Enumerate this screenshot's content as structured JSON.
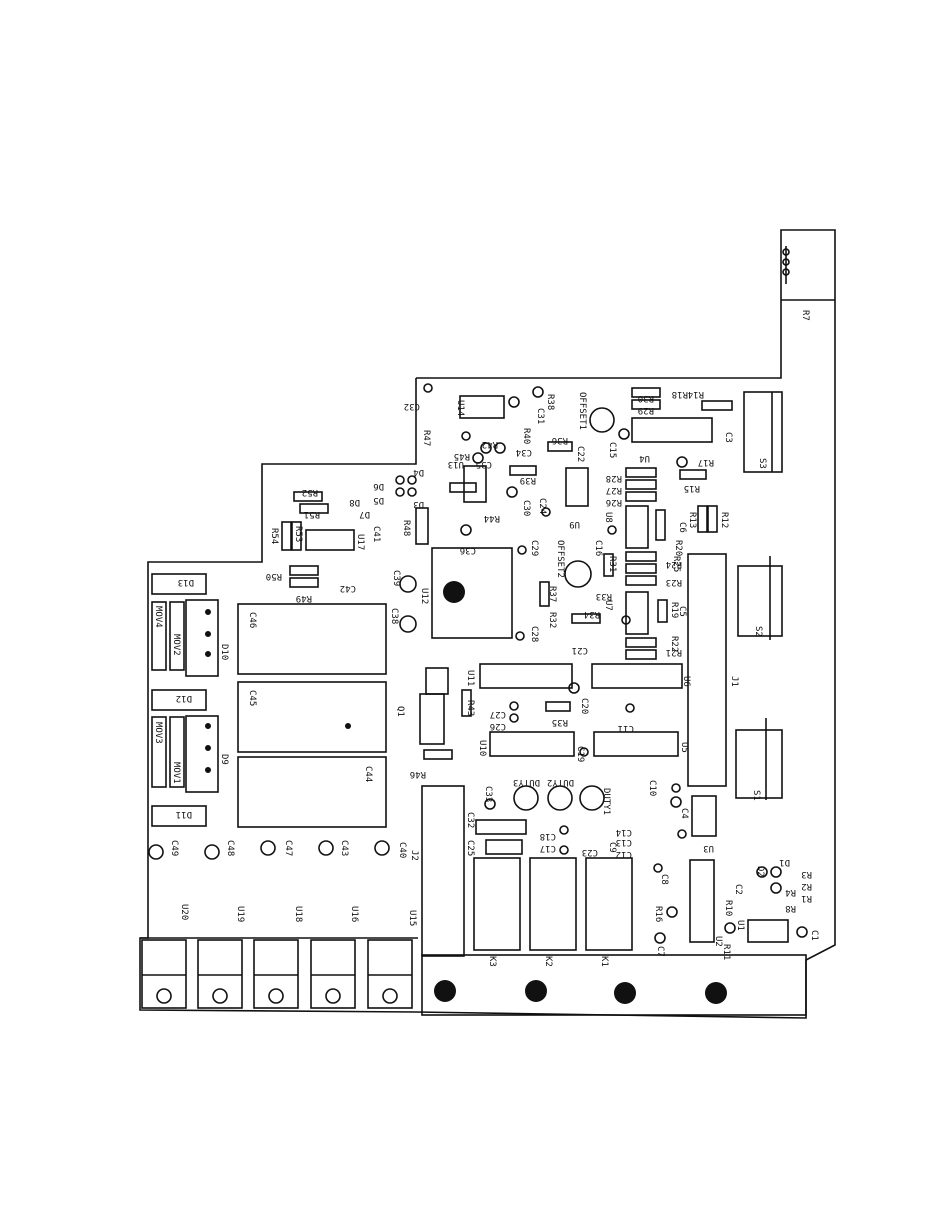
{
  "diagram": {
    "type": "pcb-silkscreen-layout",
    "ink_color": "#111111",
    "background_color": "#ffffff",
    "connector_labels": [
      "S1",
      "S2",
      "S3",
      "J1",
      "J2"
    ],
    "relay_labels": [
      "K1",
      "K2",
      "K3"
    ],
    "regulator_labels": [
      "U15",
      "U16",
      "U18",
      "U19",
      "U20"
    ],
    "labels": [
      "R7",
      "R14",
      "R18",
      "R30",
      "R29",
      "R38",
      "R40",
      "R36",
      "C31",
      "U14",
      "C32",
      "R47",
      "R45",
      "R42",
      "C34",
      "C35",
      "C15",
      "OFFSET1",
      "C22",
      "C3",
      "U4",
      "R17",
      "D4",
      "D3",
      "D5",
      "D6",
      "D8",
      "D7",
      "R52",
      "R51",
      "U13",
      "R39",
      "R28",
      "R27",
      "R26",
      "R15",
      "C30",
      "R44",
      "C24",
      "U9",
      "R54",
      "R53",
      "U17",
      "C41",
      "R48",
      "C36",
      "C29",
      "OFFSET2",
      "C16",
      "U8",
      "R20",
      "C6",
      "R13",
      "R12",
      "R50",
      "R49",
      "C42",
      "C39",
      "U12",
      "R31",
      "R25",
      "R24",
      "R23",
      "D13",
      "MOV4",
      "MOV2",
      "C46",
      "D10",
      "C38",
      "R37",
      "R33",
      "U7",
      "R19",
      "C5",
      "R32",
      "R34",
      "C28",
      "C21",
      "R22",
      "R21",
      "U11",
      "U6",
      "D12",
      "C45",
      "Q1",
      "R43",
      "C27",
      "C26",
      "R35",
      "C20",
      "C11",
      "U10",
      "C19",
      "U5",
      "MOV3",
      "MOV1",
      "D9",
      "C44",
      "R46",
      "DUTY3",
      "DUTY2",
      "DUTY1",
      "C33",
      "C10",
      "C4",
      "U3",
      "D11",
      "C49",
      "C48",
      "C47",
      "C43",
      "C40",
      "C32",
      "C18",
      "C17",
      "C14",
      "C13",
      "C12",
      "C9",
      "C23",
      "C25",
      "C8",
      "D1",
      "D2",
      "R3",
      "R2",
      "R1",
      "R4",
      "R8",
      "C2",
      "R16",
      "R10",
      "U2",
      "C7",
      "R11",
      "U1",
      "C1"
    ]
  }
}
